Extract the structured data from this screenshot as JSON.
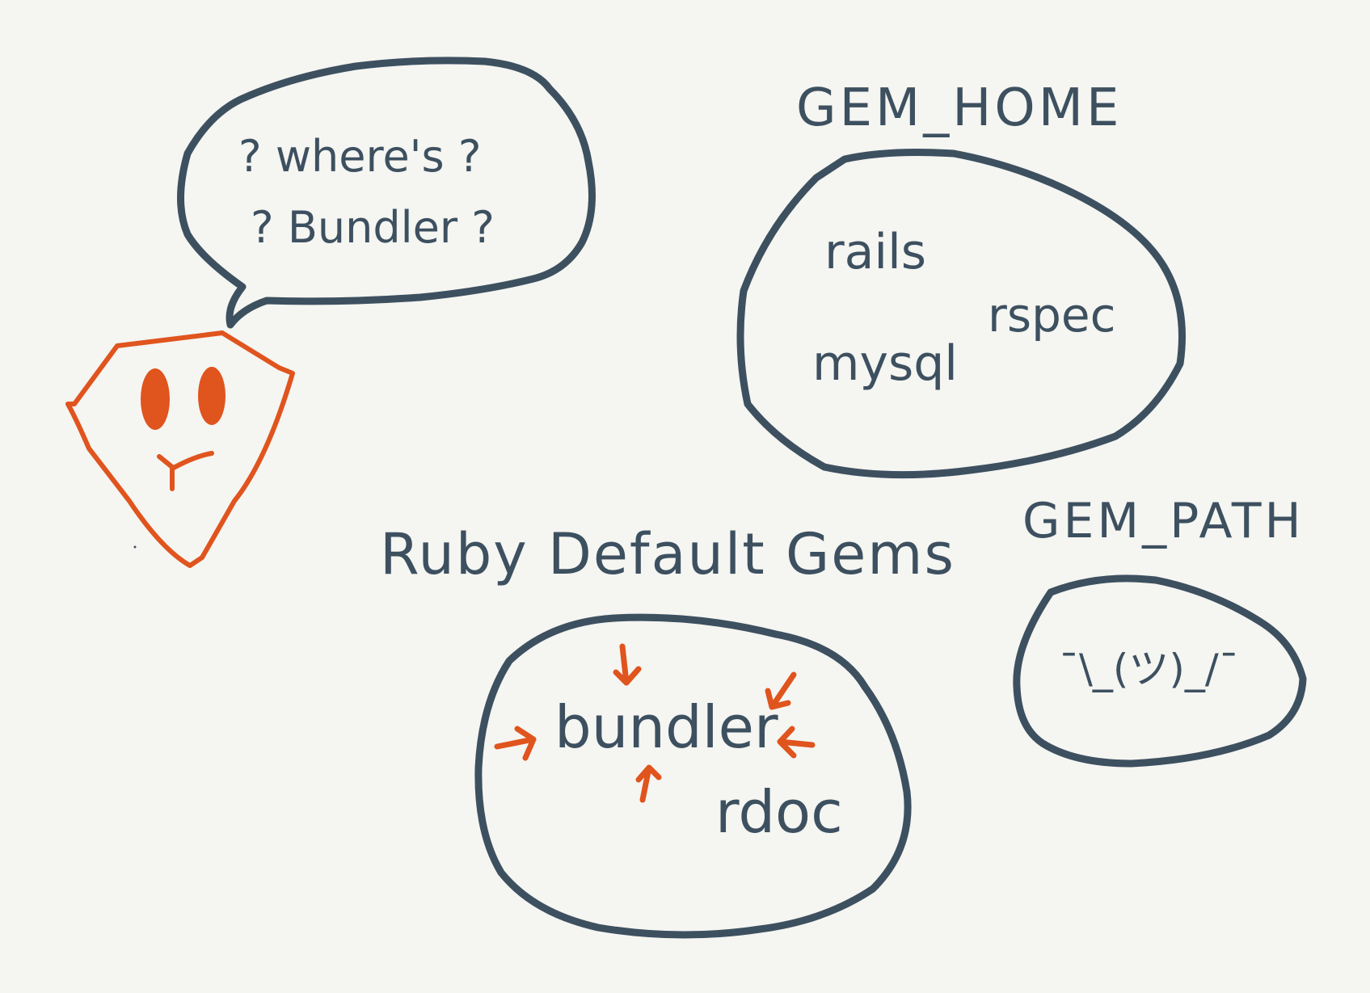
{
  "speech_bubble": {
    "line1": "? where's ?",
    "line2": "? Bundler ?"
  },
  "gem_home": {
    "title": "GEM_HOME",
    "gems": [
      "rails",
      "rspec",
      "mysql"
    ]
  },
  "default_gems": {
    "title": "Ruby Default Gems",
    "gems": [
      "bundler",
      "rdoc"
    ]
  },
  "gem_path": {
    "title": "GEM_PATH",
    "contents": "¯\\_(ツ)_/¯"
  },
  "colors": {
    "ink": "#3d5060",
    "ruby": "#e0541e",
    "background": "#f5f5f1"
  }
}
